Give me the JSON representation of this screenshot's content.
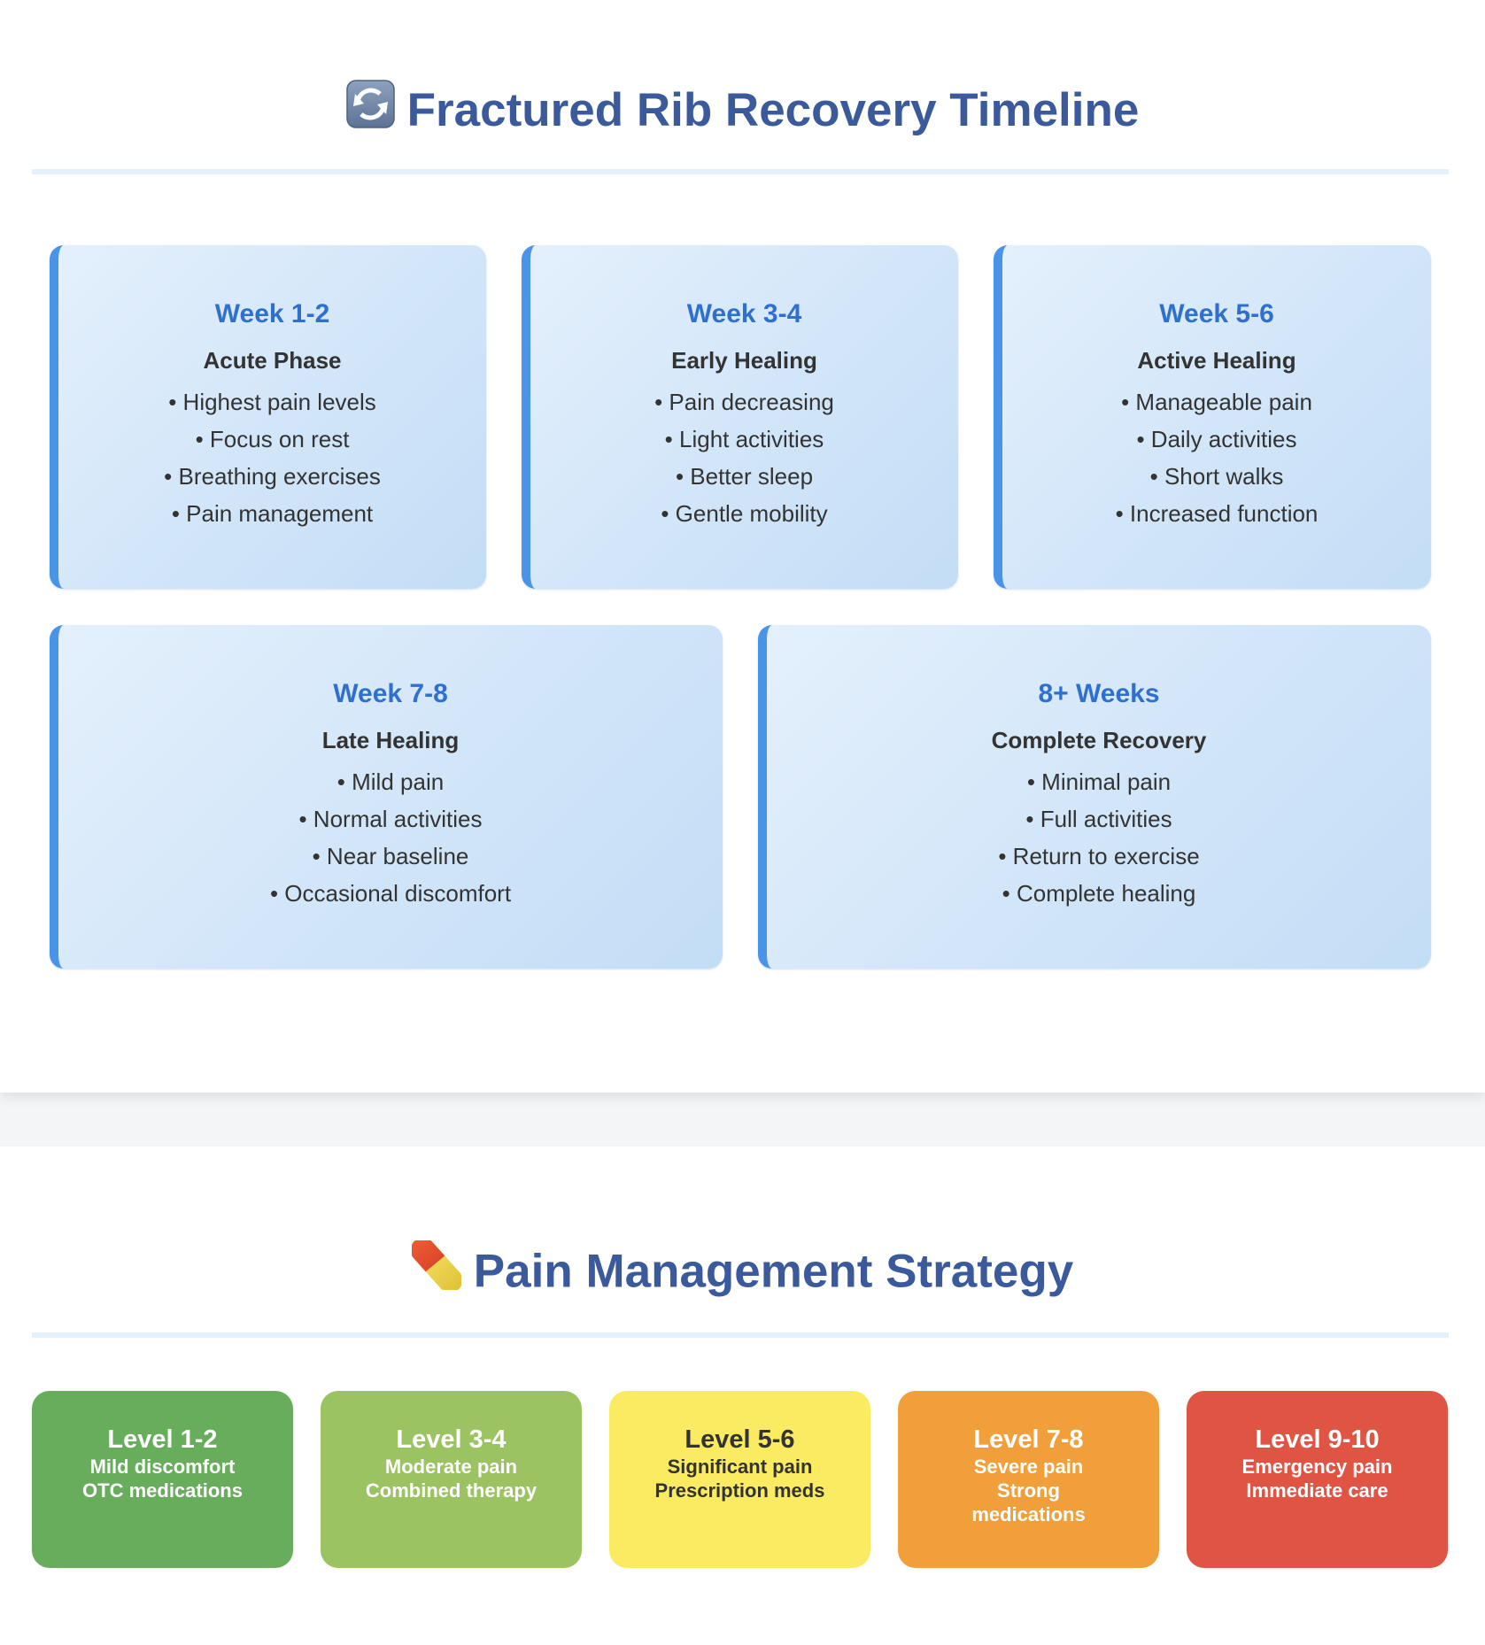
{
  "timeline": {
    "title_icon": "🔄",
    "title_icon_name": "arrows-counterclockwise-icon",
    "title": "Fractured Rib Recovery Timeline",
    "accent_color": "#4a94e8",
    "week_color": "#2f70cf",
    "phases": [
      {
        "week": "Week 1-2",
        "phase": "Acute Phase",
        "items": [
          "• Highest pain levels",
          "• Focus on rest",
          "• Breathing exercises",
          "• Pain management"
        ]
      },
      {
        "week": "Week 3-4",
        "phase": "Early Healing",
        "items": [
          "• Pain decreasing",
          "• Light activities",
          "• Better sleep",
          "• Gentle mobility"
        ]
      },
      {
        "week": "Week 5-6",
        "phase": "Active Healing",
        "items": [
          "• Manageable pain",
          "• Daily activities",
          "• Short walks",
          "• Increased function"
        ]
      },
      {
        "week": "Week 7-8",
        "phase": "Late Healing",
        "items": [
          "• Mild pain",
          "• Normal activities",
          "• Near baseline",
          "• Occasional discomfort"
        ]
      },
      {
        "week": "8+ Weeks",
        "phase": "Complete Recovery",
        "items": [
          "• Minimal pain",
          "• Full activities",
          "• Return to exercise",
          "• Complete healing"
        ]
      }
    ]
  },
  "pain": {
    "title_icon": "💊",
    "title_icon_name": "pill-icon",
    "title": "Pain Management Strategy",
    "levels": [
      {
        "level": "Level 1-2",
        "lines": [
          "Mild discomfort",
          "OTC medications"
        ],
        "bg": "#68ad5c",
        "fg": "#ffffff"
      },
      {
        "level": "Level 3-4",
        "lines": [
          "Moderate pain",
          "Combined therapy"
        ],
        "bg": "#9bc361",
        "fg": "#ffffff"
      },
      {
        "level": "Level 5-6",
        "lines": [
          "Significant pain",
          "Prescription meds"
        ],
        "bg": "#fbeb62",
        "fg": "#333333"
      },
      {
        "level": "Level 7-8",
        "lines": [
          "Severe pain",
          "Strong medications"
        ],
        "bg": "#f09f3a",
        "fg": "#ffffff"
      },
      {
        "level": "Level 9-10",
        "lines": [
          "Emergency pain",
          "Immediate care"
        ],
        "bg": "#e05443",
        "fg": "#ffffff"
      }
    ]
  }
}
